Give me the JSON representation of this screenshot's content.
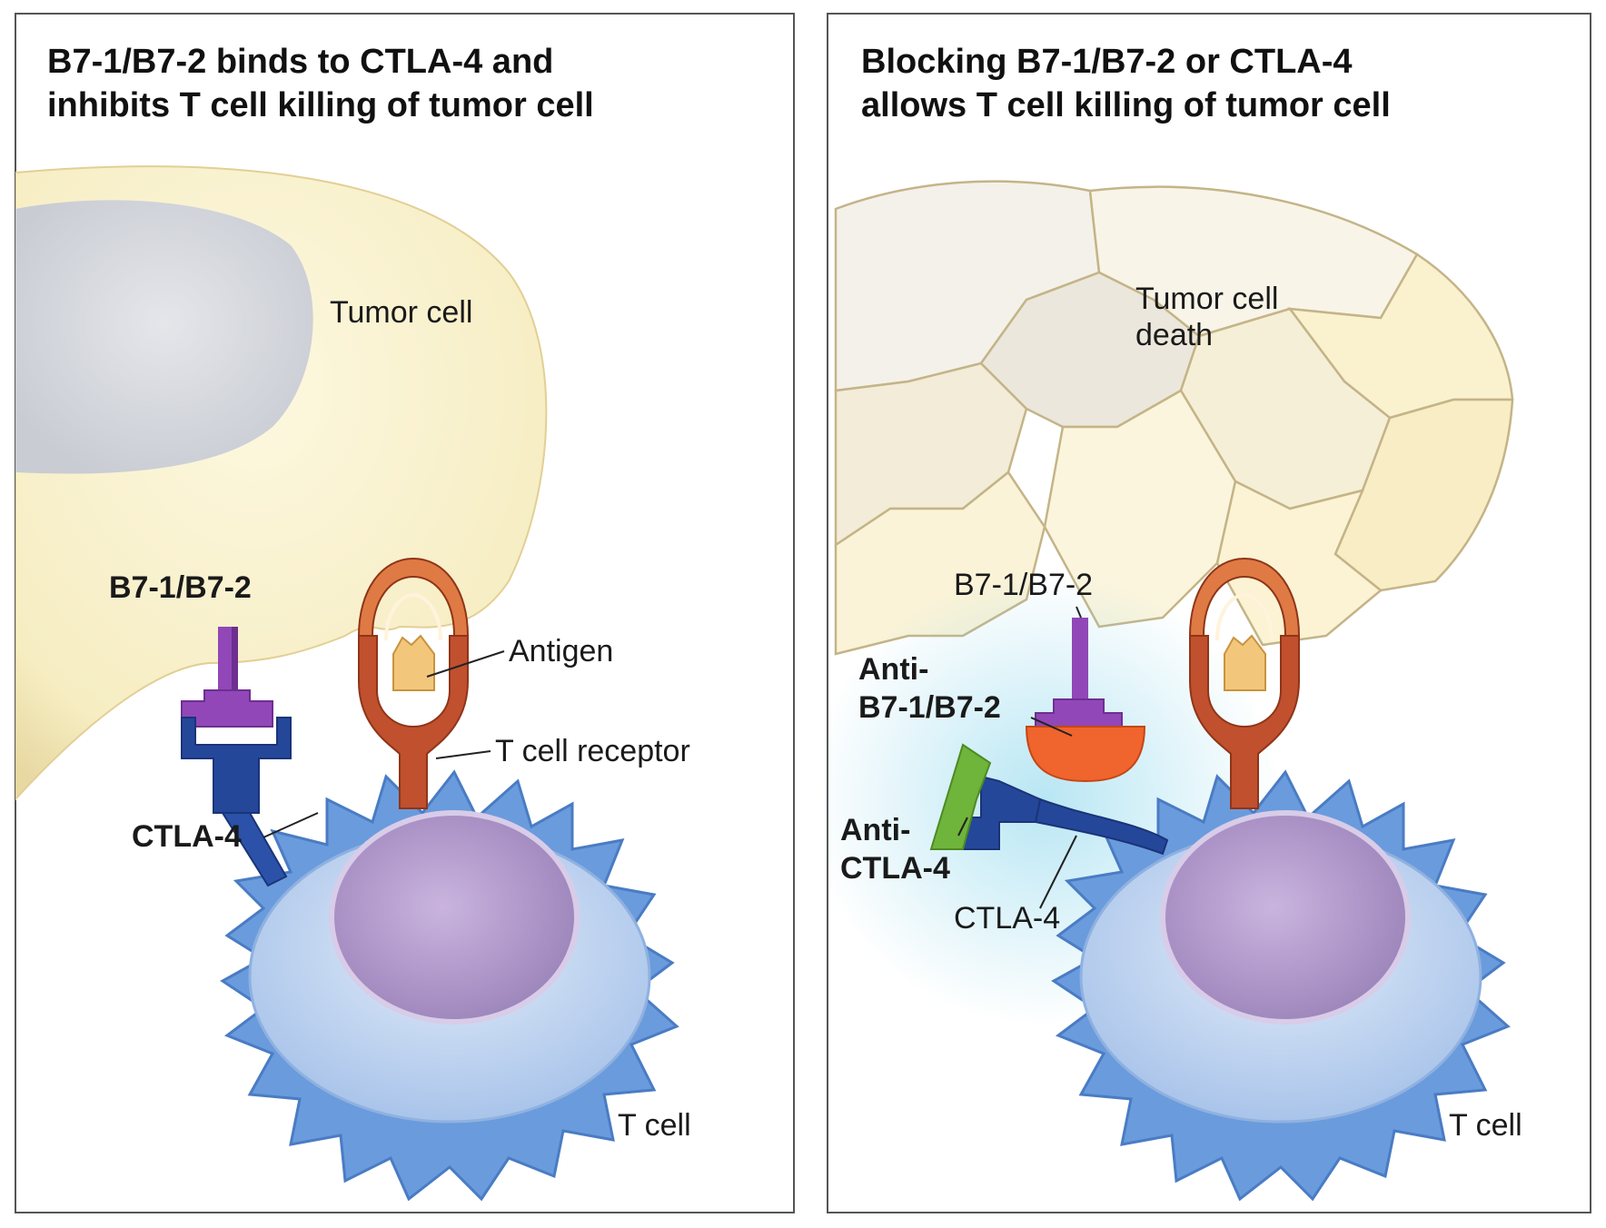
{
  "left_panel": {
    "title_line1": "B7-1/B7-2 binds to CTLA-4 and",
    "title_line2": "inhibits T cell killing of tumor cell",
    "labels": {
      "tumor_cell": "Tumor cell",
      "b7": "B7-1/B7-2",
      "antigen": "Antigen",
      "tcr": "T cell receptor",
      "ctla4": "CTLA-4",
      "t_cell": "T cell"
    }
  },
  "right_panel": {
    "title_line1": "Blocking B7-1/B7-2 or CTLA-4",
    "title_line2": "allows T cell killing of tumor cell",
    "labels": {
      "tumor_death_line1": "Tumor cell",
      "tumor_death_line2": "death",
      "b7": "B7-1/B7-2",
      "anti_b7_line1": "Anti-",
      "anti_b7_line2": "B7-1/B7-2",
      "anti_ctla4_line1": "Anti-",
      "anti_ctla4_line2": "CTLA-4",
      "ctla4": "CTLA-4",
      "t_cell": "T cell"
    }
  },
  "colors": {
    "tumor_cell": "#f8f0c8",
    "tumor_nucleus": "#d6d8de",
    "t_cell_membrane": "#b9d2f2",
    "t_cell_spikes": "#5f92d6",
    "t_cell_nucleus": "#b7a0cf",
    "b7_purple": "#9147b8",
    "ctla4_blue": "#25479a",
    "tcr_red": "#c0502e",
    "antigen_yellow": "#f3c77b",
    "anti_b7_orange": "#f0642d",
    "anti_ctla4_green": "#6fb43b"
  }
}
